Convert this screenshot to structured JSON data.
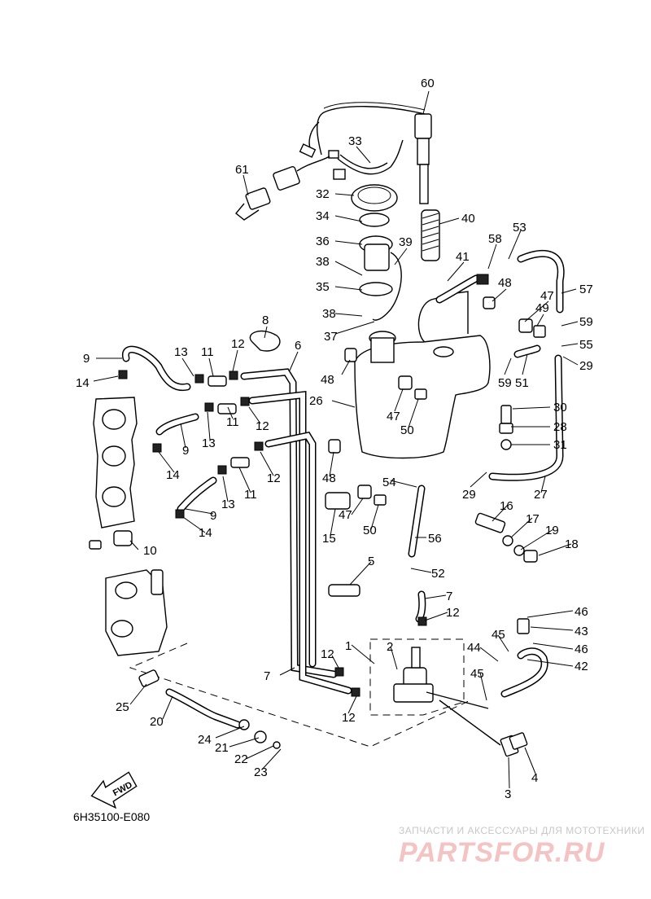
{
  "diagram": {
    "code": "6H35100-E080",
    "fwd_label": "FWD",
    "watermark_line1": "ЗАПЧАСТИ И АКСЕССУАРЫ ДЛЯ МОТОТЕХНИКИ",
    "watermark_line2": "PARTSFOR.RU",
    "callouts": [
      "60",
      "33",
      "61",
      "32",
      "34",
      "40",
      "53",
      "36",
      "39",
      "58",
      "38",
      "41",
      "57",
      "35",
      "48",
      "47",
      "49",
      "38",
      "59",
      "37",
      "8",
      "6",
      "55",
      "29",
      "9",
      "13",
      "11",
      "12",
      "48",
      "59",
      "51",
      "14",
      "26",
      "47",
      "30",
      "50",
      "28",
      "12",
      "31",
      "9",
      "13",
      "14",
      "11",
      "12",
      "48",
      "29",
      "27",
      "13",
      "11",
      "54",
      "16",
      "17",
      "9",
      "15",
      "47",
      "50",
      "19",
      "14",
      "10",
      "56",
      "18",
      "5",
      "52",
      "7",
      "46",
      "12",
      "43",
      "45",
      "1",
      "2",
      "44",
      "46",
      "42",
      "7",
      "12",
      "45",
      "25",
      "12",
      "20",
      "24",
      "21",
      "4",
      "22",
      "23",
      "3"
    ]
  }
}
